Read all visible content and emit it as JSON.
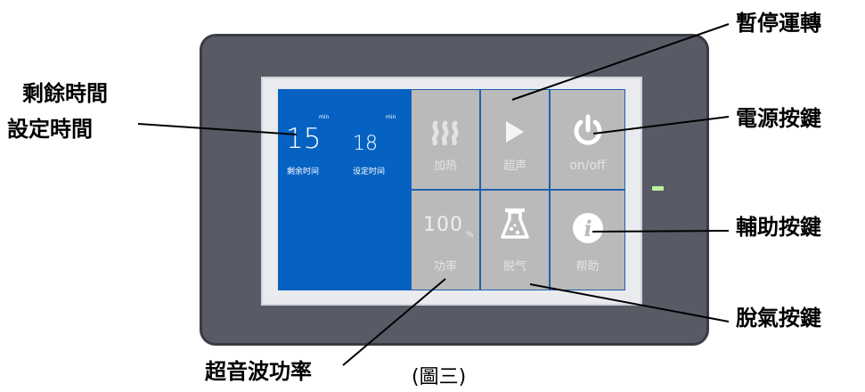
{
  "display": {
    "remaining_time": "15",
    "remaining_unit": "min",
    "remaining_label": "剩余时间",
    "set_time": "18",
    "set_unit": "min",
    "set_label": "设定时间"
  },
  "buttons": {
    "heat": {
      "label": "加热",
      "icon": "heat-waves-icon"
    },
    "ultrasonic": {
      "label": "超声",
      "icon": "play-icon"
    },
    "power": {
      "label": "on/off",
      "icon": "power-icon"
    },
    "power_level": {
      "value": "100",
      "unit": "%",
      "label": "功率"
    },
    "degas": {
      "label": "脱气",
      "icon": "flask-icon"
    },
    "help": {
      "label": "帮助",
      "icon": "info-icon"
    }
  },
  "callouts": {
    "remaining_time": "剩餘時間",
    "set_time": "設定時間",
    "pause": "暫停運轉",
    "power_key": "電源按鍵",
    "aux_key": "輔助按鍵",
    "degas_key": "脫氣按鍵",
    "ultrasonic_power": "超音波功率"
  },
  "figure_caption": "(圖三)",
  "colors": {
    "device_body": "#585b66",
    "time_panel": "#0562c2",
    "button_bg": "#b9bab9",
    "led": "#b9f39c"
  }
}
